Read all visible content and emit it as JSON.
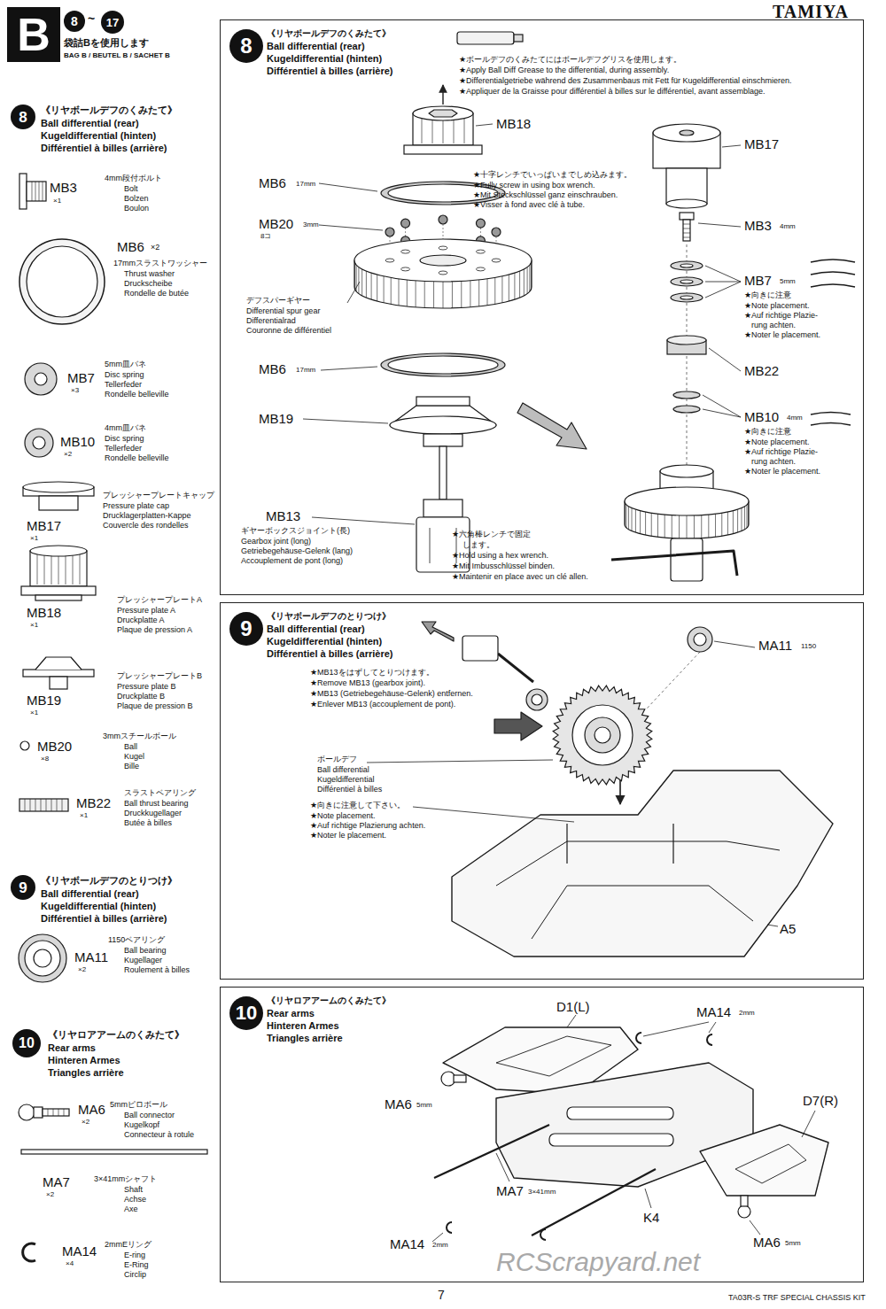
{
  "diagram": {
    "nodes": [
      {
        "text": [
          "B"
        ]
      },
      {
        "text": [
          "8"
        ]
      },
      {
        "text": [
          "17"
        ]
      },
      {
        "text": [
          "8"
        ]
      },
      {
        "text": [
          "9"
        ]
      },
      {
        "text": [
          "10"
        ]
      },
      {
        "text": [
          "《リヤボールデフのくみたて》",
          "Ball differential (rear)",
          "Kugeldifferential (hinten)",
          "Différentiel à billes (arrière)"
        ]
      },
      {
        "text": [
          "8"
        ],
        "in": 6
      },
      {
        "text": [
          "《リヤボールデフのとりつけ》",
          "Ball differential (rear)",
          "Kugeldifferential (hinten)",
          "Différentiel à billes (arrière)"
        ]
      },
      {
        "text": [
          "9"
        ],
        "in": 8
      },
      {
        "text": [
          "《リヤロアアームのくみたて》",
          "Rear arms",
          "Hinteren Armes",
          "Triangles arrière"
        ]
      },
      {
        "text": [
          "10"
        ],
        "in": 10
      }
    ],
    "labels": [
      "TAMIYA",
      "~",
      "袋詰Bを使用します",
      "BAG B / BEUTEL B / SACHET B",
      "《リヤボールデフのくみたて》",
      "Ball differential (rear)",
      "Kugeldifferential (hinten)",
      "Différentiel à billes (arrière)",
      "MB3",
      "×1",
      "4mm段付ボルト",
      "Bolt",
      "Bolzen",
      "Boulon",
      "MB6",
      "×2",
      "17mmスラストワッシャー",
      "Thrust washer",
      "Druckscheibe",
      "Rondelle de butée",
      "MB7",
      "×3",
      "5mm皿バネ",
      "Disc spring",
      "Tellerfeder",
      "Rondelle belleville",
      "MB10",
      "×2",
      "4mm皿バネ",
      "Disc spring",
      "Tellerfeder",
      "Rondelle belleville",
      "MB17",
      "×1",
      "プレッシャープレートキャップ",
      "Pressure plate cap",
      "Drucklagerplatten-Kappe",
      "Couvercle des rondelles",
      "MB18",
      "×1",
      "プレッシャープレートA",
      "Pressure plate A",
      "Druckplatte A",
      "Plaque de pression A",
      "MB19",
      "×1",
      "プレッシャープレートB",
      "Pressure plate B",
      "Druckplatte B",
      "Plaque de pression B",
      "MB20",
      "×8",
      "3mmスチールボール",
      "Ball",
      "Kugel",
      "Bille",
      "MB22",
      "×1",
      "スラストベアリング",
      "Ball thrust bearing",
      "Druckkugellager",
      "Butée à billes",
      "《リヤボールデフのとりつけ》",
      "Ball differential (rear)",
      "Kugeldifferential (hinten)",
      "Différentiel à billes (arrière)",
      "MA11",
      "×2",
      "1150ベアリング",
      "Ball bearing",
      "Kugellager",
      "Roulement à billes",
      "《リヤロアアームのくみたて》",
      "Rear arms",
      "Hinteren Armes",
      "Triangles arrière",
      "MA6",
      "×2",
      "5mmピロボール",
      "Ball connector",
      "Kugelkopf",
      "Connecteur à rotule",
      "MA7",
      "×2",
      "3×41mmシャフト",
      "Shaft",
      "Achse",
      "Axe",
      "MA14",
      "×4",
      "2mmEリング",
      "E-ring",
      "E-Ring",
      "Circlip",
      "★ボールデフのくみたてにはボールデフグリスを使用します。",
      "★Apply Ball Diff Grease to the differential, during assembly.",
      "★Differentialgetriebe während des Zusammenbaus mit Fett für Kugeldifferential einschmieren.",
      "★Appliquer de la Graisse pour différentiel à billes sur le différentiel, avant assemblage.",
      "MB18",
      "MB6",
      "17mm",
      "MB20",
      "3mm",
      "8コ",
      "デフスパーギヤー",
      "Differential spur gear",
      "Differentialrad",
      "Couronne de différentiel",
      "MB6",
      "17mm",
      "MB19",
      "MB13",
      "ギヤーボックスジョイント(長)",
      "Gearbox joint (long)",
      "Getriebegehäuse-Gelenk (lang)",
      "Accouplement de pont (long)",
      "MB17",
      "★十字レンチでいっぱいまでしめ込みます。",
      "★Fully screw in using box wrench.",
      "★Mit Steckschlüssel ganz einschrauben.",
      "★Visser à fond avec clé à tube.",
      "MB3",
      "4mm",
      "MB7",
      "5mm",
      "★向きに注意",
      "★Note placement.",
      "★Auf richtige Plazie-",
      "rung achten.",
      "★Noter le placement.",
      "MB22",
      "MB10",
      "4mm",
      "★向きに注意",
      "★Note placement.",
      "★Auf richtige Plazie-",
      "rung achten.",
      "★Noter le placement.",
      "★六角棒レンチで固定",
      "します。",
      "★Hold using a hex wrench.",
      "★Mit Imbusschlüssel binden.",
      "★Maintenir en place avec un clé allen.",
      "MA11",
      "1150",
      "★MB13をはずしてとりつけます。",
      "★Remove MB13 (gearbox joint).",
      "★MB13 (Getriebegehäuse-Gelenk) entfernen.",
      "★Enlever MB13 (accouplement de pont).",
      "ボールデフ",
      "Ball differential",
      "Kugeldifferential",
      "Différentiel à billes",
      "★向きに注意して下さい。",
      "★Note placement.",
      "★Auf richtige Plazierung achten.",
      "★Noter le placement.",
      "A5",
      "D1(L)",
      "MA14",
      "2mm",
      "MA6",
      "5mm",
      "D7(R)",
      "MA7",
      "3×41mm",
      "K4",
      "MA14",
      "2mm",
      "MA6",
      "5mm",
      "RCScrapyard.net",
      "7",
      "TA03R-S TRF SPECIAL CHASSIS KIT"
    ]
  }
}
